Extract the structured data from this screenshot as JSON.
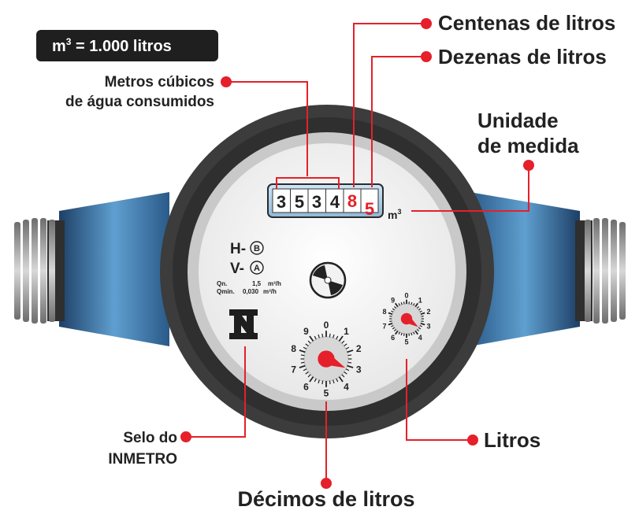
{
  "badge": {
    "prefix": "m",
    "superscript": "3",
    "suffix": " = 1.000 litros"
  },
  "labels": {
    "centenas": "Centenas de litros",
    "dezenas": "Dezenas de litros",
    "metros_line1": "Metros cúbicos",
    "metros_line2": "de água consumidos",
    "unidade_line1": "Unidade",
    "unidade_line2": "de medida",
    "selo_line1": "Selo do",
    "selo_line2": "INMETRO",
    "litros": "Litros",
    "decimos": "Décimos de litros"
  },
  "counter": {
    "digits_black": [
      "3",
      "5",
      "3",
      "4"
    ],
    "digits_red": [
      "8",
      "5"
    ],
    "unit": "m",
    "unit_sup": "3"
  },
  "face": {
    "class_h": "H-",
    "class_h_letter": "B",
    "class_v": "V-",
    "class_v_letter": "A",
    "qn_label": "Qn.",
    "qn_value": "1,5",
    "qn_unit": "m³/h",
    "qmin_label": "Qmin.",
    "qmin_value": "0,030",
    "qmin_unit": "m³/h"
  },
  "dials": {
    "numbers": [
      "0",
      "1",
      "2",
      "3",
      "4",
      "5",
      "6",
      "7",
      "8",
      "9"
    ]
  },
  "colors": {
    "accent": "#e5202a",
    "text": "#222222",
    "ring": "#3d3d3d",
    "pipe": "#3a6fa0",
    "thread": "#a8a8a8"
  }
}
